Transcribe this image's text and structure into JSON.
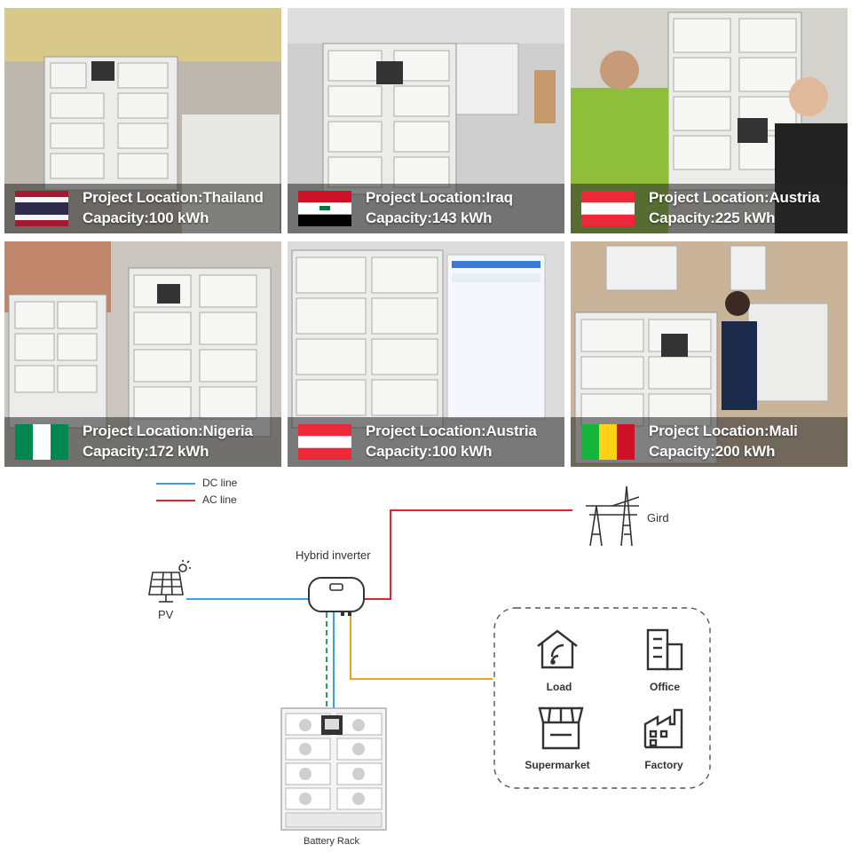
{
  "projects": [
    {
      "location": "Project Location:Thailand",
      "capacity": "Capacity:100 kWh",
      "flag": "thailand"
    },
    {
      "location": "Project Location:Iraq",
      "capacity": "Capacity:143 kWh",
      "flag": "iraq"
    },
    {
      "location": "Project Location:Austria",
      "capacity": "Capacity:225 kWh",
      "flag": "austria"
    },
    {
      "location": "Project Location:Nigeria",
      "capacity": "Capacity:172 kWh",
      "flag": "nigeria"
    },
    {
      "location": "Project Location:Austria",
      "capacity": "Capacity:100 kWh",
      "flag": "austria"
    },
    {
      "location": "Project Location:Mali",
      "capacity": "Capacity:200 kWh",
      "flag": "mali"
    }
  ],
  "diagram": {
    "legend": {
      "dc": "DC line",
      "ac": "AC line"
    },
    "colors": {
      "dc": "#3aa0e0",
      "ac": "#e0262a",
      "load": "#f0a020",
      "comm": "#2aa060"
    },
    "inverter_label": "Hybrid inverter",
    "pv_label": "PV",
    "grid_label": "Gird",
    "battery_label": "Battery Rack",
    "loads": [
      "Load",
      "Office",
      "Supermarket",
      "Factory"
    ]
  }
}
